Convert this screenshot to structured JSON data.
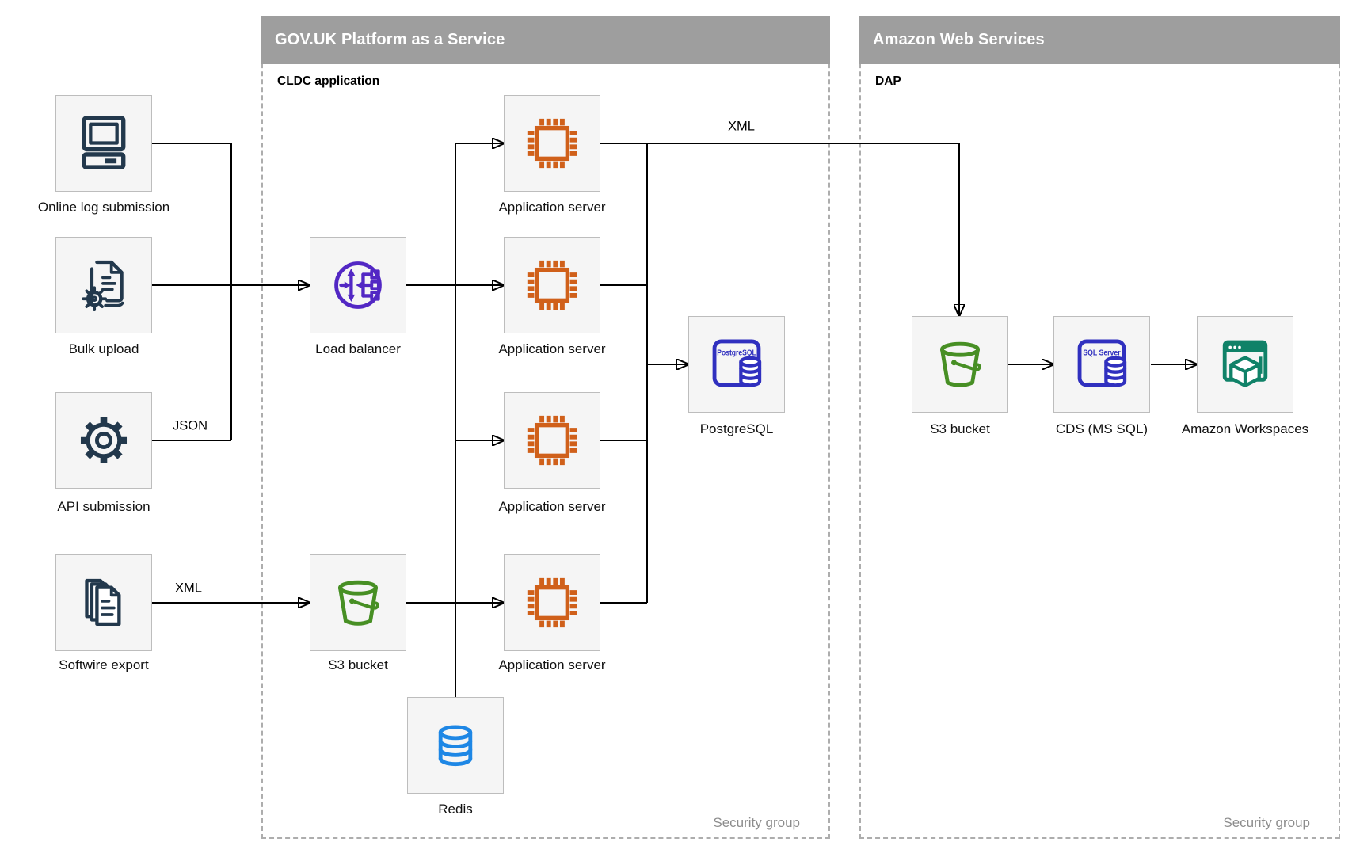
{
  "containers": {
    "govuk": {
      "title": "GOV.UK Platform as a Service",
      "sublabel": "CLDC application",
      "security_label": "Security group"
    },
    "aws": {
      "title": "Amazon Web Services",
      "sublabel": "DAP",
      "security_label": "Security group"
    }
  },
  "nodes": {
    "online_log": {
      "label": "Online log submission",
      "icon": "computer-icon"
    },
    "bulk_upload": {
      "label": "Bulk upload",
      "icon": "document-gear-icon"
    },
    "api_submission": {
      "label": "API submission",
      "icon": "gear-icon"
    },
    "softwire_export": {
      "label": "Softwire export",
      "icon": "document-stack-icon"
    },
    "load_balancer": {
      "label": "Load balancer",
      "icon": "load-balancer-icon"
    },
    "app_server_1": {
      "label": "Application server",
      "icon": "chip-icon"
    },
    "app_server_2": {
      "label": "Application server",
      "icon": "chip-icon"
    },
    "app_server_3": {
      "label": "Application server",
      "icon": "chip-icon"
    },
    "app_server_4": {
      "label": "Application server",
      "icon": "chip-icon"
    },
    "postgresql": {
      "label": "PostgreSQL",
      "icon": "postgresql-database-icon",
      "icon_text": "PostgreSQL"
    },
    "s3_govuk": {
      "label": "S3 bucket",
      "icon": "bucket-icon"
    },
    "redis": {
      "label": "Redis",
      "icon": "database-cylinder-icon"
    },
    "s3_aws": {
      "label": "S3 bucket",
      "icon": "bucket-icon"
    },
    "cds": {
      "label": "CDS (MS SQL)",
      "icon": "sql-server-database-icon",
      "icon_text": "SQL Server"
    },
    "workspaces": {
      "label": "Amazon Workspaces",
      "icon": "workspaces-browser-icon"
    }
  },
  "edge_labels": {
    "json": "JSON",
    "xml_softwire": "XML",
    "xml_to_dap": "XML"
  },
  "colors": {
    "header_gray": "#9E9E9E",
    "container_border": "#ADADAD",
    "node_bg": "#F5F5F5",
    "node_border": "#BDBDBD",
    "line_black": "#000000",
    "security_gray": "#8C8C8C",
    "navy": "#22384C",
    "purple": "#5227C4",
    "orange": "#D0601A",
    "indigo": "#3030BF",
    "green": "#478F24",
    "blue": "#1E87E5",
    "teal": "#108268",
    "label_black": "#111111"
  }
}
